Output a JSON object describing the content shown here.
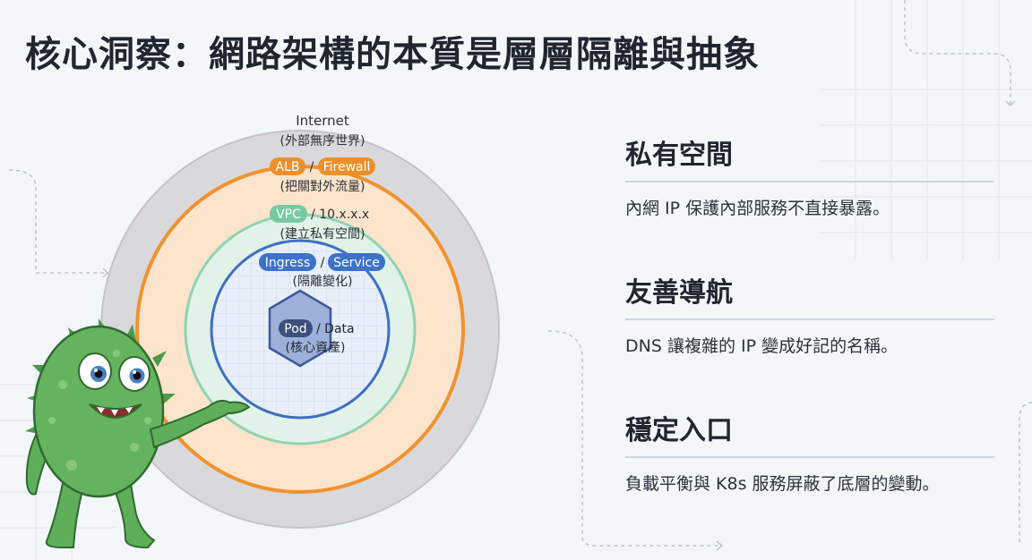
{
  "title": "核心洞察：網路架構的本質是層層隔離與抽象",
  "layers": {
    "internet": {
      "name": "Internet",
      "desc": "(外部無序世界)"
    },
    "edge": {
      "tag1": "ALB",
      "sep": "/",
      "tag2": "Firewall",
      "desc": "(把關對外流量)"
    },
    "vpc": {
      "tag": "VPC",
      "rest": "/ 10.x.x.x",
      "desc": "(建立私有空間)"
    },
    "k8s": {
      "tag1": "Ingress",
      "sep": "/",
      "tag2": "Service",
      "desc": "(隔離變化)"
    },
    "core": {
      "tag": "Pod",
      "rest": "/ Data",
      "desc": "(核心資產)"
    }
  },
  "cards": [
    {
      "title": "私有空間",
      "desc": "內網 IP 保護內部服務不直接暴露。"
    },
    {
      "title": "友善導航",
      "desc": "DNS 讓複雜的 IP 變成好記的名稱。"
    },
    {
      "title": "穩定入口",
      "desc": "負載平衡與 K8s 服務屏蔽了底層的變動。"
    }
  ],
  "colors": {
    "internet_ring": "#c9c9cc",
    "edge_ring": "#f0922e",
    "vpc_ring": "#8fd3b0",
    "k8s_ring": "#3f6fc2",
    "core_hex": "#95a9d6",
    "tag_orange": "#ee8f2c",
    "tag_green": "#79c9a2",
    "tag_blue": "#3d72c6",
    "tag_core": "#3c4e7a",
    "monster": "#5fae5a"
  }
}
